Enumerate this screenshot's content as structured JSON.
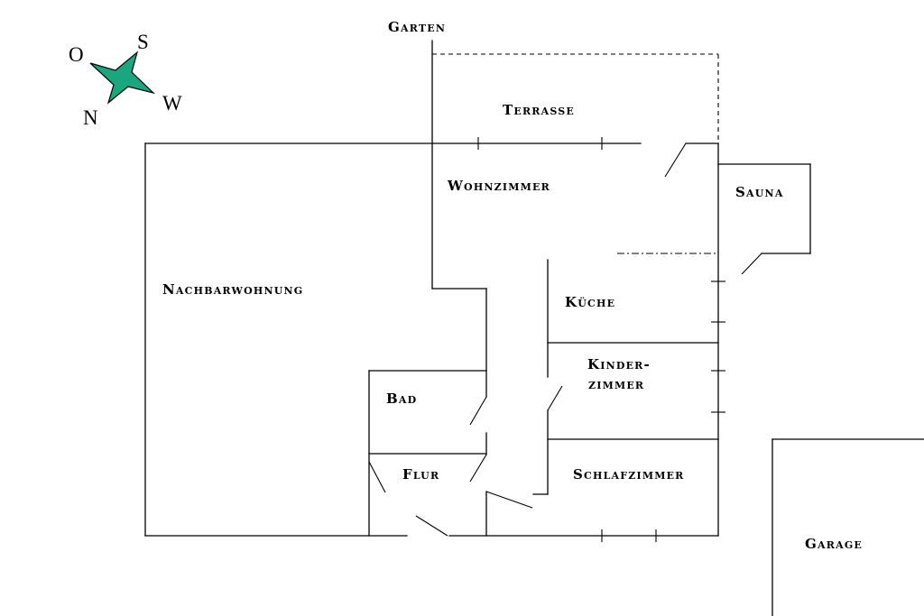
{
  "compass": {
    "north": "N",
    "south": "S",
    "east": "O",
    "west": "W",
    "star_color": "#1aa67e"
  },
  "rooms": {
    "garden": "Garten",
    "terrace": "Terrasse",
    "living": "Wohnzimmer",
    "sauna": "Sauna",
    "neighbour": "Nachbarwohnung",
    "kitchen": "Küche",
    "kids_line1": "Kinder-",
    "kids_line2": "zimmer",
    "bath": "Bad",
    "hall": "Flur",
    "bedroom": "Schlafzimmer",
    "garage": "Garage"
  }
}
